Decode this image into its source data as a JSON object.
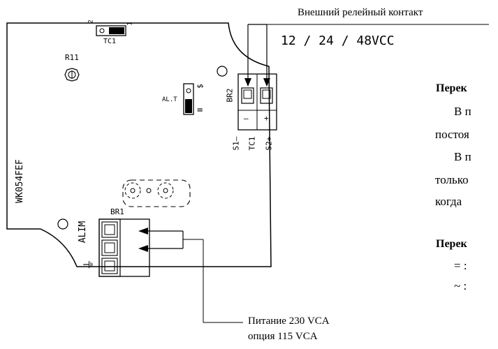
{
  "header": {
    "external_contact": "Внешний релейный контакт",
    "voltage": "12  /  24  /  48VCC"
  },
  "board": {
    "tc1_top_left": "2",
    "tc1_top_right": "1",
    "tc1_top_label": "TC1",
    "r11_label": "R11",
    "alt_label": "AL.T",
    "alt_tilde": "$",
    "alt_eq": "=",
    "br2_label": "BR2",
    "br2_minus": "–",
    "br2_plus": "+",
    "s1_label": "S1–",
    "tc1_bottom_label": "TC1",
    "s2_label": "S2+",
    "board_id": "WK054FEF",
    "br1_label": "BR1",
    "alim_label": "ALIM",
    "ground_label": "⏚"
  },
  "power": {
    "line1": "Питание 230 VCA",
    "line2": "опция  115 VCA"
  },
  "right_text": {
    "heading1": "Перек",
    "line_a": "В п",
    "line_b": "постоя",
    "line_c": "В п",
    "line_d": "только",
    "line_e": "когда",
    "heading2": "Перек",
    "opt_eq": "= :",
    "opt_tilde": "~ :"
  }
}
